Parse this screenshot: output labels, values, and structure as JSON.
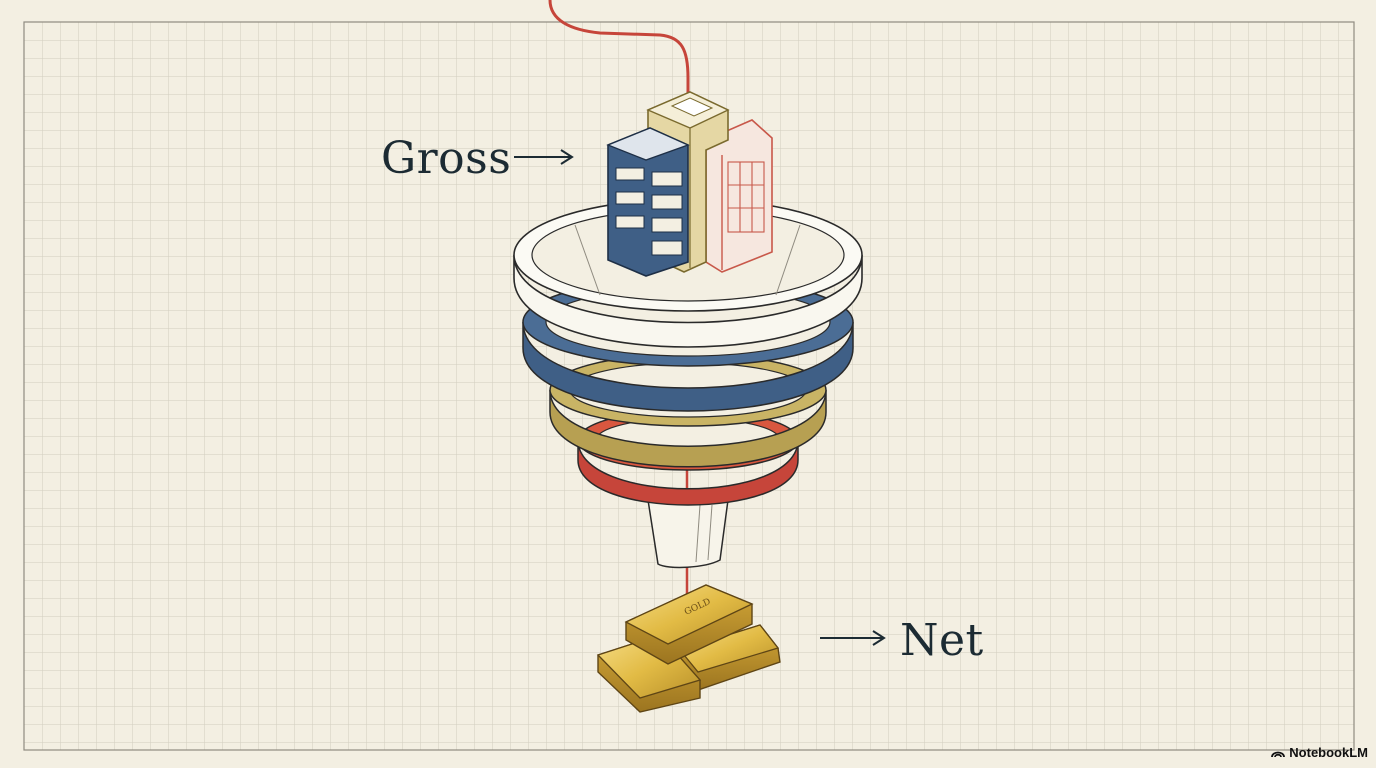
{
  "labels": {
    "gross": "Gross",
    "net": "Net"
  },
  "gold_bar_text": "GOLD",
  "watermark": {
    "text": "NotebookLM",
    "icon": "notebooklm-logo-icon"
  },
  "colors": {
    "background": "#f3efe2",
    "grid": "#cfcbbd",
    "red": "#c6453a",
    "navy": "#3f5f86",
    "gold": "#b7a052",
    "ink": "#1c2b33",
    "bar_gold": "#e8c65a"
  }
}
